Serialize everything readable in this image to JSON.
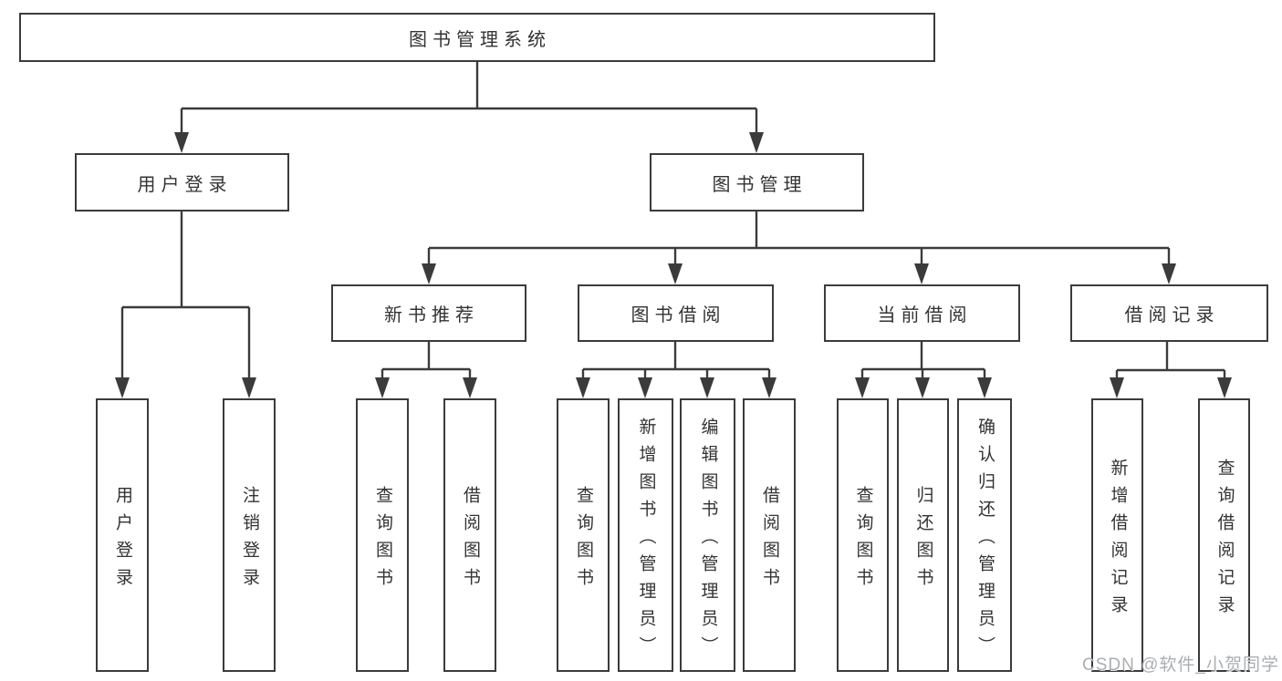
{
  "page": {
    "background": "#ffffff"
  },
  "colors": {
    "line": "#3b3b3b",
    "text": "#333333",
    "watermark": "#abaeb2"
  },
  "watermark": {
    "text": "CSDN @软件_小贺同学"
  },
  "tree": {
    "label": "图书管理系统",
    "children": [
      {
        "label": "用户登录",
        "children": [
          {
            "label": "用户登录"
          },
          {
            "label": "注销登录"
          }
        ]
      },
      {
        "label": "图书管理",
        "children": [
          {
            "label": "新书推荐",
            "children": [
              {
                "label": "查询图书"
              },
              {
                "label": "借阅图书"
              }
            ]
          },
          {
            "label": "图书借阅",
            "children": [
              {
                "label": "查询图书"
              },
              {
                "label": "新增图书（管理员）"
              },
              {
                "label": "编辑图书（管理员）"
              },
              {
                "label": "借阅图书"
              }
            ]
          },
          {
            "label": "当前借阅",
            "children": [
              {
                "label": "查询图书"
              },
              {
                "label": "归还图书"
              },
              {
                "label": "确认归还（管理员）"
              }
            ]
          },
          {
            "label": "借阅记录",
            "children": [
              {
                "label": "新增借阅记录"
              },
              {
                "label": "查询借阅记录"
              }
            ]
          }
        ]
      }
    ]
  }
}
